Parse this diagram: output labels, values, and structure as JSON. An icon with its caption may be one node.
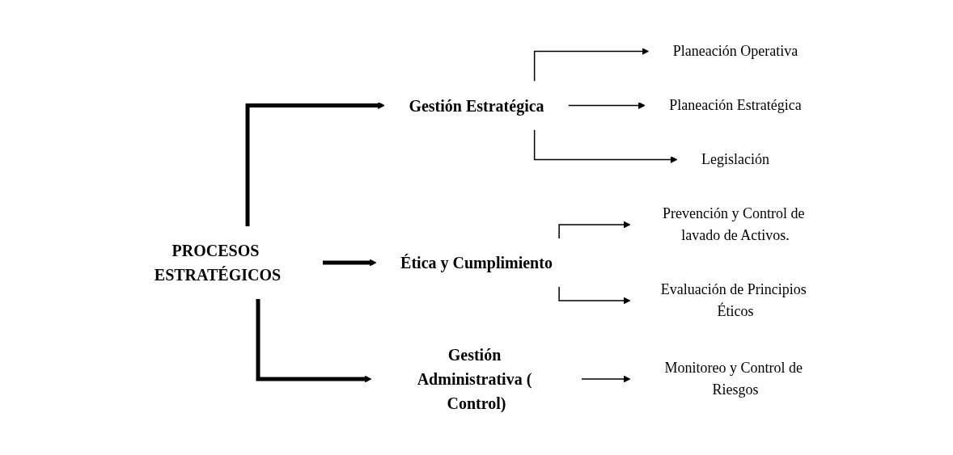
{
  "diagram": {
    "nodes": [
      {
        "text": [
          "PROCESOS ESTRATÉGICOS"
        ]
      },
      {
        "text": [
          "Gestión Estratégica"
        ]
      },
      {
        "text": [
          "Planeación Operativa"
        ]
      },
      {
        "text": [
          "Planeación Estratégica"
        ]
      },
      {
        "text": [
          "Legislación"
        ]
      },
      {
        "text": [
          "Ética y Cumplimiento"
        ]
      },
      {
        "text": [
          "Prevención y Control de lavado de Activos."
        ]
      },
      {
        "text": [
          "Evaluación de Principios Éticos"
        ]
      },
      {
        "text": [
          "Gestión Administrativa ( Control)"
        ]
      },
      {
        "text": [
          "Monitoreo y Control de Riesgos"
        ]
      }
    ],
    "edges": [
      {
        "from": 0,
        "to": 1,
        "arrow": "to",
        "style": "thick"
      },
      {
        "from": 0,
        "to": 5,
        "arrow": "to",
        "style": "thick"
      },
      {
        "from": 0,
        "to": 8,
        "arrow": "to",
        "style": "thick"
      },
      {
        "from": 1,
        "to": 2,
        "arrow": "to"
      },
      {
        "from": 1,
        "to": 3,
        "arrow": "to"
      },
      {
        "from": 1,
        "to": 4,
        "arrow": "to"
      },
      {
        "from": 5,
        "to": 6,
        "arrow": "to"
      },
      {
        "from": 5,
        "to": 7,
        "arrow": "to"
      },
      {
        "from": 8,
        "to": 9,
        "arrow": "to"
      }
    ]
  }
}
